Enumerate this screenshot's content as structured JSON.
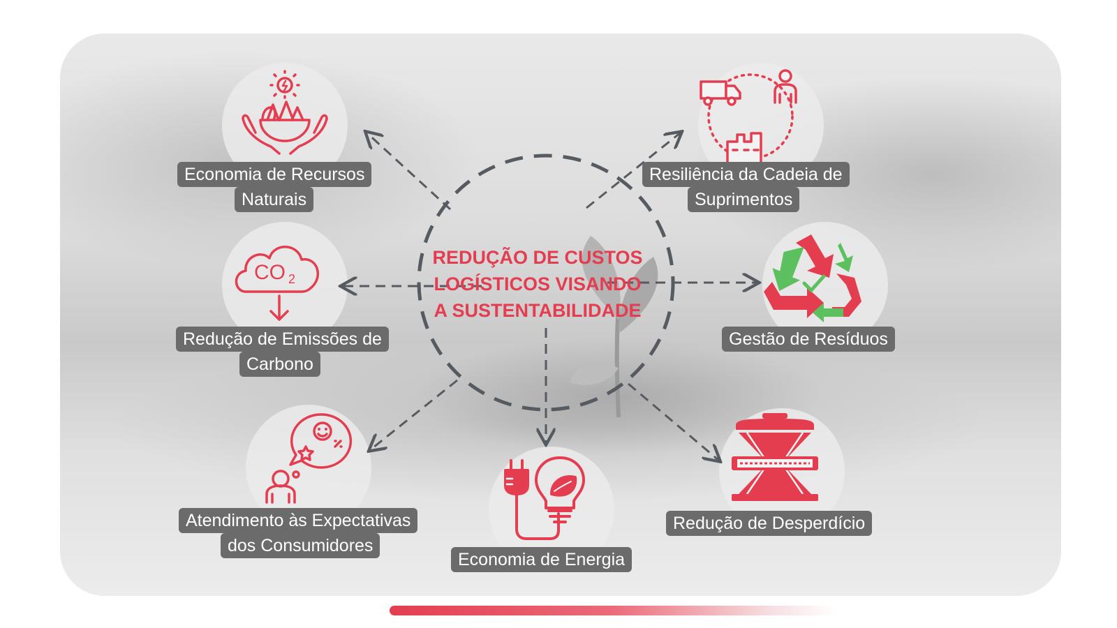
{
  "center": {
    "line1": "REDUÇÃO DE CUSTOS",
    "line2": "LOGÍSTICOS VISANDO",
    "line3": "A SUSTENTABILIDADE"
  },
  "nodes": {
    "natural_resources": {
      "line1": "Economia de Recursos",
      "line2": "Naturais",
      "icon": "earth-hands-icon"
    },
    "supply_chain": {
      "line1": "Resiliência da Cadeia de",
      "line2": "Suprimentos",
      "icon": "supply-chain-icon"
    },
    "carbon": {
      "line1": "Redução de Emissões de",
      "line2": "Carbono",
      "icon": "co2-cloud-icon"
    },
    "waste_mgmt": {
      "line1": "Gestão de Resíduos",
      "icon": "recycle-icon"
    },
    "consumers": {
      "line1": "Atendimento às Expectativas",
      "line2": "dos Consumidores",
      "icon": "satisfied-customer-icon"
    },
    "energy": {
      "line1": "Economia de Energia",
      "icon": "plug-bulb-icon"
    },
    "waste_reduction": {
      "line1": "Redução de Desperdício",
      "icon": "waste-bin-icon"
    }
  },
  "colors": {
    "accent": "#e43d50",
    "accent_green": "#5cc05e",
    "label_bg": "#6b6b6b",
    "arrow": "#555b61"
  }
}
